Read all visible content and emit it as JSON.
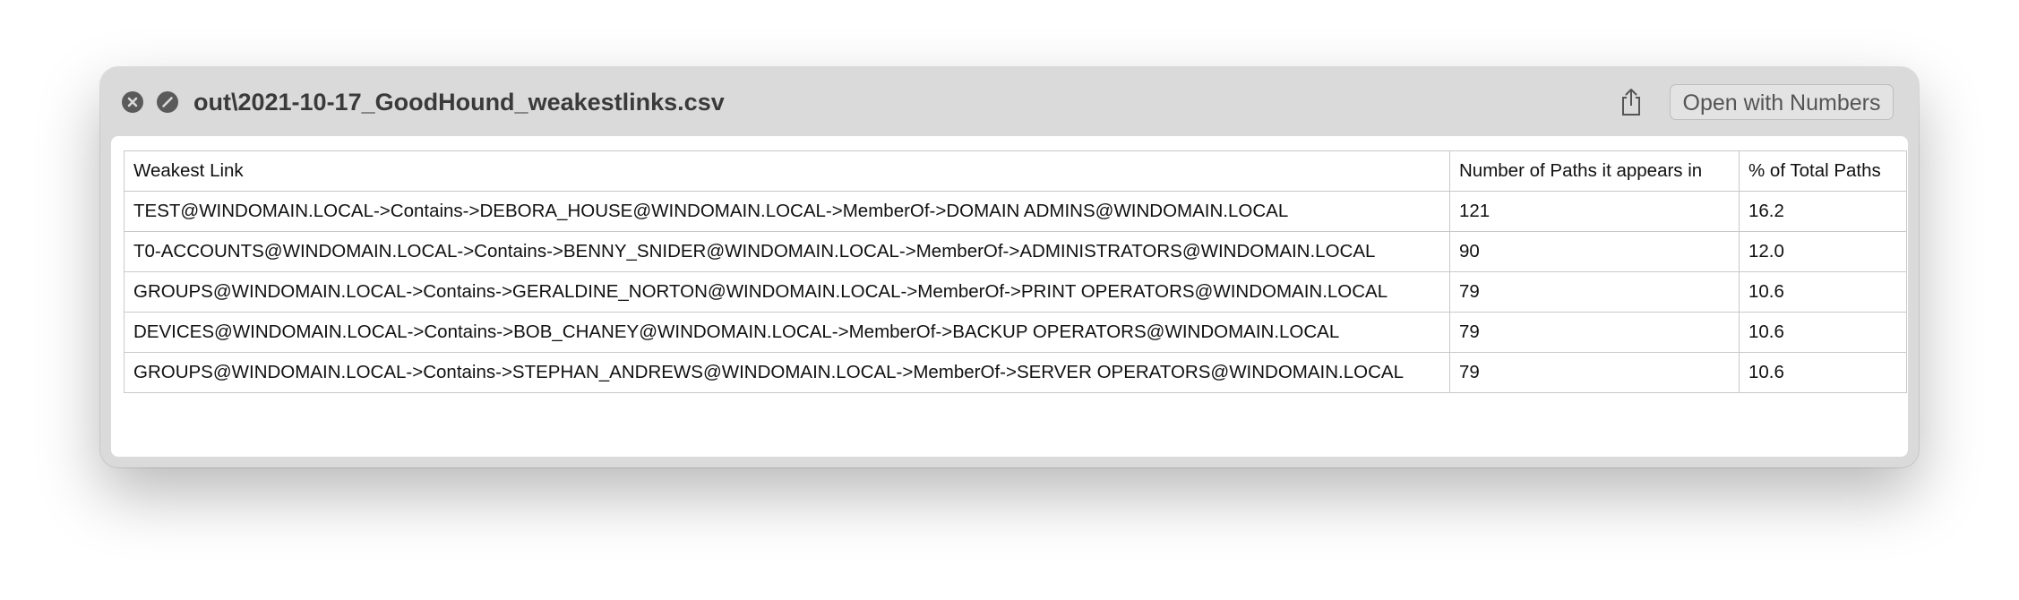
{
  "window": {
    "title": "out\\2021-10-17_GoodHound_weakestlinks.csv",
    "open_button_label": "Open with Numbers",
    "icons": {
      "close": "close-icon",
      "fullscreen": "fullscreen-icon",
      "share": "share-icon"
    }
  },
  "table": {
    "headers": [
      "Weakest Link",
      "Number of Paths it appears in",
      "% of Total Paths"
    ],
    "rows": [
      [
        "TEST@WINDOMAIN.LOCAL->Contains->DEBORA_HOUSE@WINDOMAIN.LOCAL->MemberOf->DOMAIN ADMINS@WINDOMAIN.LOCAL",
        "121",
        "16.2"
      ],
      [
        "T0-ACCOUNTS@WINDOMAIN.LOCAL->Contains->BENNY_SNIDER@WINDOMAIN.LOCAL->MemberOf->ADMINISTRATORS@WINDOMAIN.LOCAL",
        "90",
        "12.0"
      ],
      [
        "GROUPS@WINDOMAIN.LOCAL->Contains->GERALDINE_NORTON@WINDOMAIN.LOCAL->MemberOf->PRINT OPERATORS@WINDOMAIN.LOCAL",
        "79",
        "10.6"
      ],
      [
        "DEVICES@WINDOMAIN.LOCAL->Contains->BOB_CHANEY@WINDOMAIN.LOCAL->MemberOf->BACKUP OPERATORS@WINDOMAIN.LOCAL",
        "79",
        "10.6"
      ],
      [
        "GROUPS@WINDOMAIN.LOCAL->Contains->STEPHAN_ANDREWS@WINDOMAIN.LOCAL->MemberOf->SERVER OPERATORS@WINDOMAIN.LOCAL",
        "79",
        "10.6"
      ]
    ]
  }
}
